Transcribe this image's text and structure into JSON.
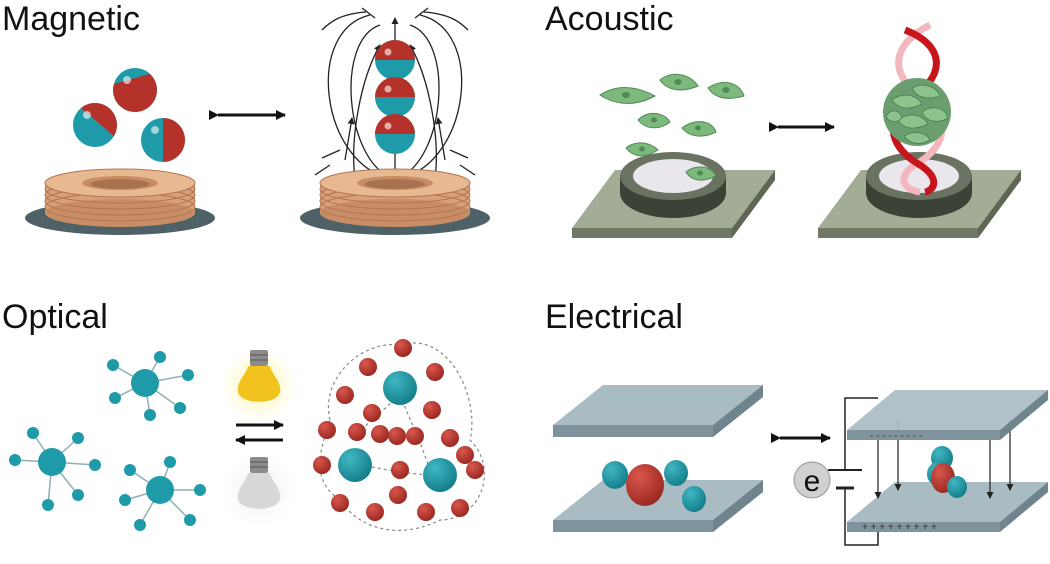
{
  "panels": {
    "magnetic": {
      "title": "Magnetic"
    },
    "acoustic": {
      "title": "Acoustic"
    },
    "optical": {
      "title": "Optical"
    },
    "electrical": {
      "title": "Electrical",
      "source_label": "e"
    }
  },
  "colors": {
    "particle_red": "#b5322a",
    "particle_teal": "#1f9aa8",
    "coil_copper": "#e0a980",
    "coil_base": "#4d6166",
    "cell_green": "#7db87d",
    "plate": "#a9bcc4",
    "acoustic_base": "#a3ad96",
    "helix_red": "#c8151c",
    "helix_pink": "#f2b8be",
    "bulb_on": "#f2c21e",
    "bulb_off": "#d8d8d8"
  }
}
